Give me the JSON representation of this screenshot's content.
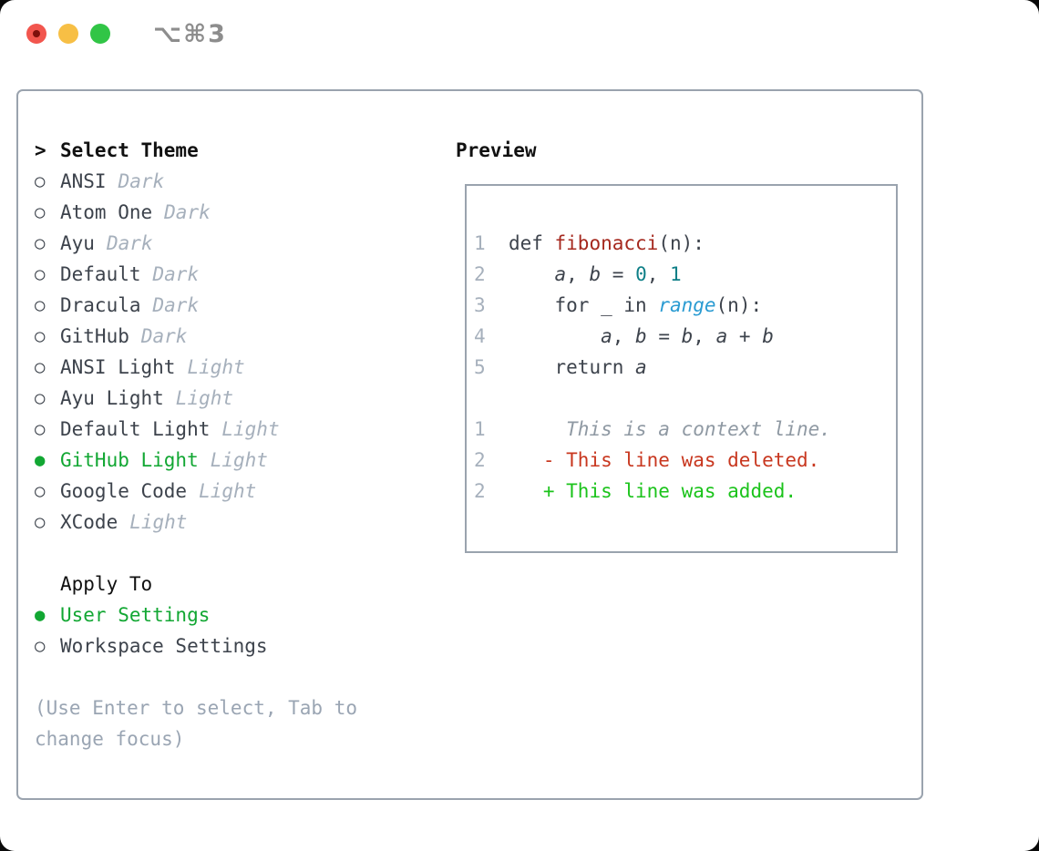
{
  "titlebar": {
    "shortcut": "⌥⌘3",
    "traffic_lights": [
      "close",
      "minimize",
      "zoom"
    ]
  },
  "colors": {
    "selection_green": "#12a733",
    "diff_added_green": "#1bc31b",
    "diff_deleted_red": "#c8371f",
    "function_red": "#a5281e",
    "number_teal": "#0e7f87",
    "call_blue": "#2a9bd2",
    "muted_gray": "#a6b0bc",
    "border_gray": "#9aa3ae",
    "text_dark": "#3d434c"
  },
  "theme_picker": {
    "prompt_marker": ">",
    "title": "Select Theme",
    "themes": [
      {
        "name": "ANSI",
        "variant": "Dark",
        "selected": false
      },
      {
        "name": "Atom One",
        "variant": "Dark",
        "selected": false
      },
      {
        "name": "Ayu",
        "variant": "Dark",
        "selected": false
      },
      {
        "name": "Default",
        "variant": "Dark",
        "selected": false
      },
      {
        "name": "Dracula",
        "variant": "Dark",
        "selected": false
      },
      {
        "name": "GitHub",
        "variant": "Dark",
        "selected": false
      },
      {
        "name": "ANSI Light",
        "variant": "Light",
        "selected": false
      },
      {
        "name": "Ayu Light",
        "variant": "Light",
        "selected": false
      },
      {
        "name": "Default Light",
        "variant": "Light",
        "selected": false
      },
      {
        "name": "GitHub Light",
        "variant": "Light",
        "selected": true
      },
      {
        "name": "Google Code",
        "variant": "Light",
        "selected": false
      },
      {
        "name": "XCode",
        "variant": "Light",
        "selected": false
      }
    ],
    "apply_to": {
      "title": "Apply To",
      "options": [
        {
          "label": "User Settings",
          "selected": true
        },
        {
          "label": "Workspace Settings",
          "selected": false
        }
      ]
    },
    "help_text": "(Use Enter to select, Tab to change focus)"
  },
  "preview": {
    "title": "Preview",
    "code_lines": [
      {
        "number": "1",
        "segments": [
          {
            "t": "  def ",
            "c": "code"
          },
          {
            "t": "fibonacci",
            "c": "func"
          },
          {
            "t": "(n):",
            "c": "code"
          }
        ]
      },
      {
        "number": "2",
        "segments": [
          {
            "t": "      ",
            "c": "code"
          },
          {
            "t": "a",
            "c": "var"
          },
          {
            "t": ", ",
            "c": "code"
          },
          {
            "t": "b",
            "c": "var"
          },
          {
            "t": " = ",
            "c": "code"
          },
          {
            "t": "0",
            "c": "num"
          },
          {
            "t": ", ",
            "c": "code"
          },
          {
            "t": "1",
            "c": "num"
          }
        ]
      },
      {
        "number": "3",
        "segments": [
          {
            "t": "      for _ in ",
            "c": "code"
          },
          {
            "t": "range",
            "c": "call"
          },
          {
            "t": "(n):",
            "c": "code"
          }
        ]
      },
      {
        "number": "4",
        "segments": [
          {
            "t": "          ",
            "c": "code"
          },
          {
            "t": "a",
            "c": "var"
          },
          {
            "t": ", ",
            "c": "code"
          },
          {
            "t": "b",
            "c": "var"
          },
          {
            "t": " = ",
            "c": "code"
          },
          {
            "t": "b",
            "c": "var"
          },
          {
            "t": ", ",
            "c": "code"
          },
          {
            "t": "a",
            "c": "var"
          },
          {
            "t": " + ",
            "c": "code"
          },
          {
            "t": "b",
            "c": "var"
          }
        ]
      },
      {
        "number": "5",
        "segments": [
          {
            "t": "      return ",
            "c": "code"
          },
          {
            "t": "a",
            "c": "var"
          }
        ]
      },
      {
        "number": "",
        "segments": []
      },
      {
        "number": "1",
        "segments": [
          {
            "t": "       This is a context line.",
            "c": "context"
          }
        ]
      },
      {
        "number": "2",
        "segments": [
          {
            "t": "     ",
            "c": "code"
          },
          {
            "t": "- This line was deleted.",
            "c": "del"
          }
        ]
      },
      {
        "number": "2",
        "segments": [
          {
            "t": "     ",
            "c": "code"
          },
          {
            "t": "+ This line was added.",
            "c": "add"
          }
        ]
      }
    ]
  }
}
